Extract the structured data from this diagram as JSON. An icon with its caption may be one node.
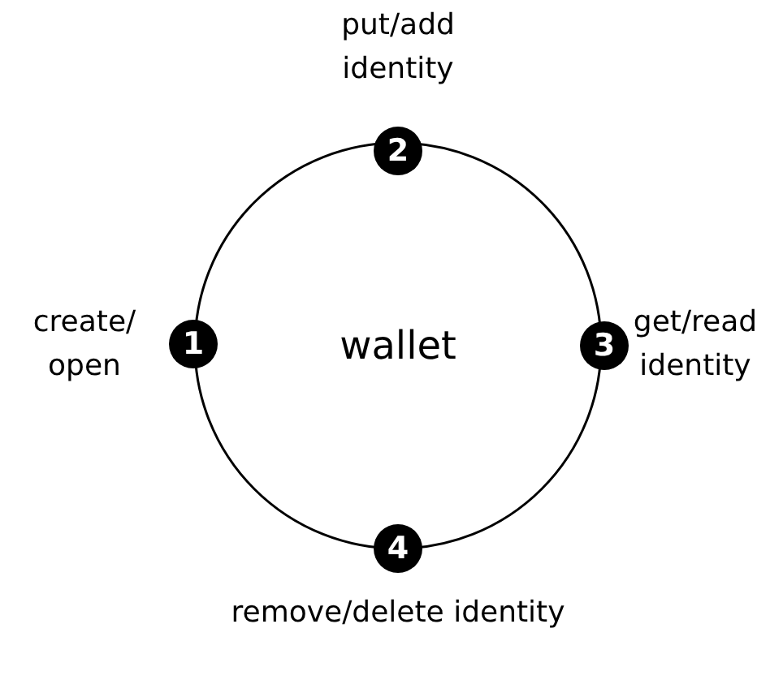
{
  "diagram": {
    "nodes": [
      {
        "text": [
          "wallet"
        ]
      },
      {
        "text": [
          "1"
        ],
        "beside": [
          "create/ open"
        ]
      },
      {
        "text": [
          "2"
        ],
        "beside": [
          "put/add identity"
        ]
      },
      {
        "text": [
          "3"
        ],
        "beside": [
          "get/read identity"
        ]
      },
      {
        "text": [
          "4"
        ],
        "beside": [
          "remove/delete identity"
        ]
      }
    ]
  }
}
